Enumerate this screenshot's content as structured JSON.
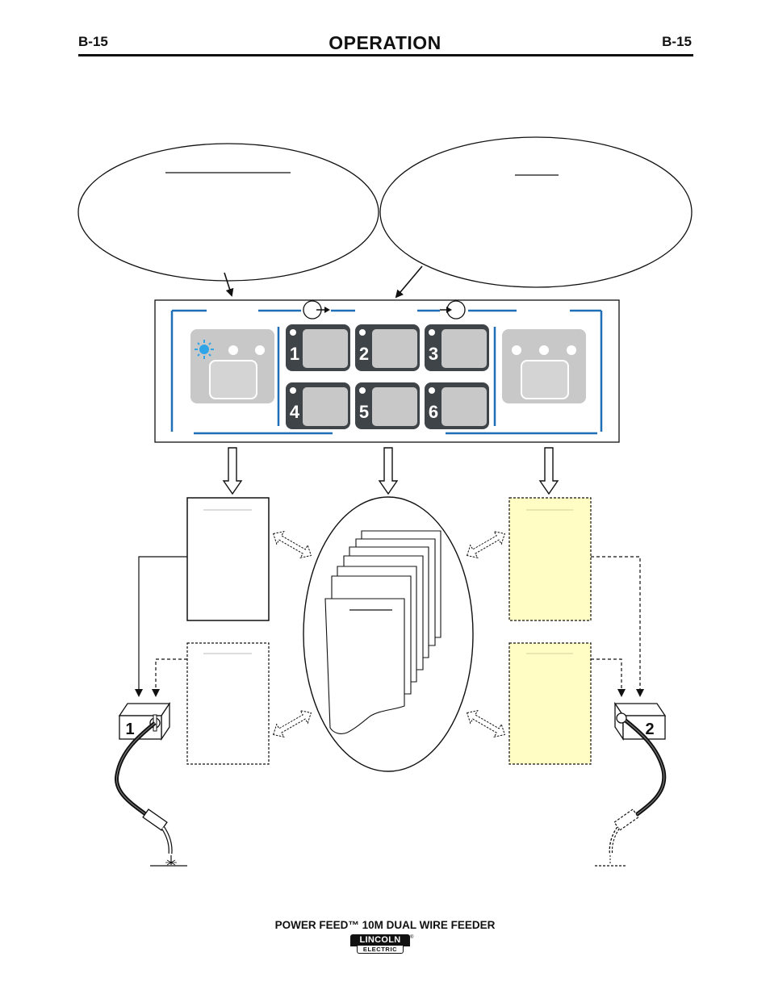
{
  "header": {
    "section_code_left": "B-15",
    "title": "OPERATION",
    "section_code_right": "B-15"
  },
  "panel": {
    "preset_buttons": [
      "1",
      "2",
      "3",
      "4",
      "5",
      "6"
    ],
    "indicator_color": "#2fa4e7",
    "trim_color": "#1e6fb8"
  },
  "guns": {
    "gun_1_label": "1",
    "gun_2_label": "2"
  },
  "colors": {
    "memory_sheet_yellow": "#fffcc4",
    "button_gray": "#c8c8c8",
    "button_dark": "#3f4449"
  },
  "footer": {
    "product_name": "POWER FEED™ 10M DUAL WIRE FEEDER",
    "brand_top": "LINCOLN",
    "brand_bottom": "ELECTRIC",
    "brand_mark": "®"
  }
}
